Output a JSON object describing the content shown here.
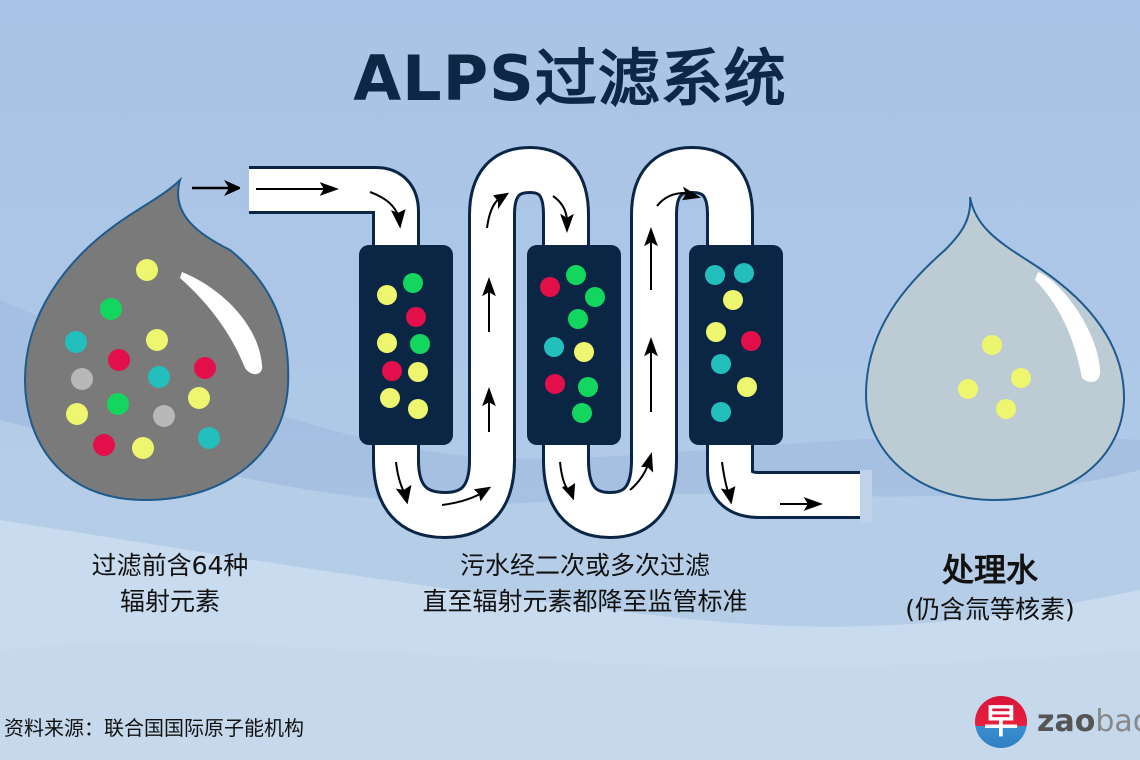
{
  "title": "ALPS过滤系统",
  "captions": {
    "before": [
      "过滤前含64种",
      "辐射元素"
    ],
    "process": [
      "污水经二次或多次过滤",
      "直至辐射元素都降至监管标准"
    ],
    "after_title": "处理水",
    "after_note": "(仍含氚等核素)"
  },
  "source": "资料来源：联合国国际原子能机构",
  "logo": {
    "char": "早",
    "text_bold": "zao",
    "text_light": "bao"
  },
  "colors": {
    "title": "#0d2847",
    "dark_navy": "#0b2545",
    "particle_yellow": "#eef56e",
    "particle_green": "#12d65e",
    "particle_red": "#e30f4a",
    "particle_teal": "#23bfbd",
    "particle_gray": "#b8b8b8",
    "dirty_water": "#7a7a7a",
    "clean_water": "#bccbd4"
  },
  "diagram": {
    "before_particles": [
      "yellow",
      "green",
      "teal",
      "red",
      "yellow",
      "gray",
      "teal",
      "red",
      "yellow",
      "green",
      "yellow",
      "gray",
      "red",
      "yellow",
      "teal"
    ],
    "filter1_particles": [
      "yellow",
      "green",
      "red",
      "yellow",
      "green",
      "red",
      "yellow",
      "yellow",
      "yellow"
    ],
    "filter2_particles": [
      "red",
      "green",
      "green",
      "green",
      "teal",
      "yellow",
      "red",
      "green",
      "green"
    ],
    "filter3_particles": [
      "teal",
      "teal",
      "yellow",
      "yellow",
      "red",
      "teal",
      "yellow",
      "teal"
    ],
    "after_particles": [
      "yellow",
      "yellow",
      "yellow",
      "yellow"
    ]
  }
}
